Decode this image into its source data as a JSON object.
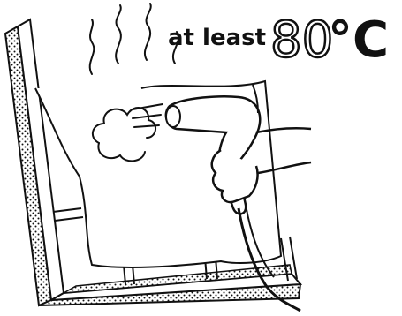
{
  "caption": {
    "prefix": "at least",
    "number": "80",
    "unit": "°C"
  }
}
